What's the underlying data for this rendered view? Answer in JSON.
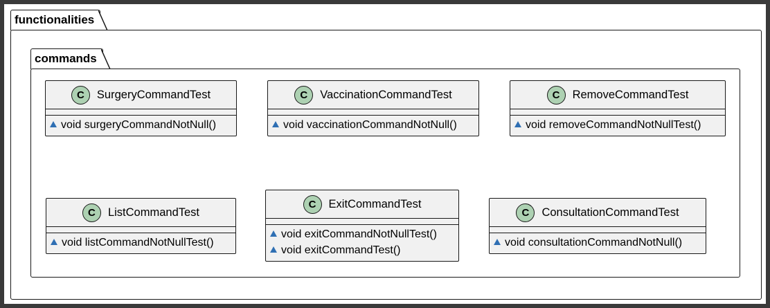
{
  "packages": {
    "outer": {
      "name": "functionalities"
    },
    "inner": {
      "name": "commands"
    }
  },
  "classes": [
    {
      "name": "SurgeryCommandTest",
      "icon": "C",
      "members": [
        "void surgeryCommandNotNull()"
      ]
    },
    {
      "name": "VaccinationCommandTest",
      "icon": "C",
      "members": [
        "void vaccinationCommandNotNull()"
      ]
    },
    {
      "name": "RemoveCommandTest",
      "icon": "C",
      "members": [
        "void removeCommandNotNullTest()"
      ]
    },
    {
      "name": "ListCommandTest",
      "icon": "C",
      "members": [
        "void listCommandNotNullTest()"
      ]
    },
    {
      "name": "ExitCommandTest",
      "icon": "C",
      "members": [
        "void exitCommandNotNullTest()",
        "void exitCommandTest()"
      ]
    },
    {
      "name": "ConsultationCommandTest",
      "icon": "C",
      "members": [
        "void consultationCommandNotNull()"
      ]
    }
  ],
  "colors": {
    "class_icon_fill": "#add1b2",
    "visibility_marker": "#2f6fb3",
    "class_fill": "#f1f1f1",
    "border": "#181818"
  }
}
